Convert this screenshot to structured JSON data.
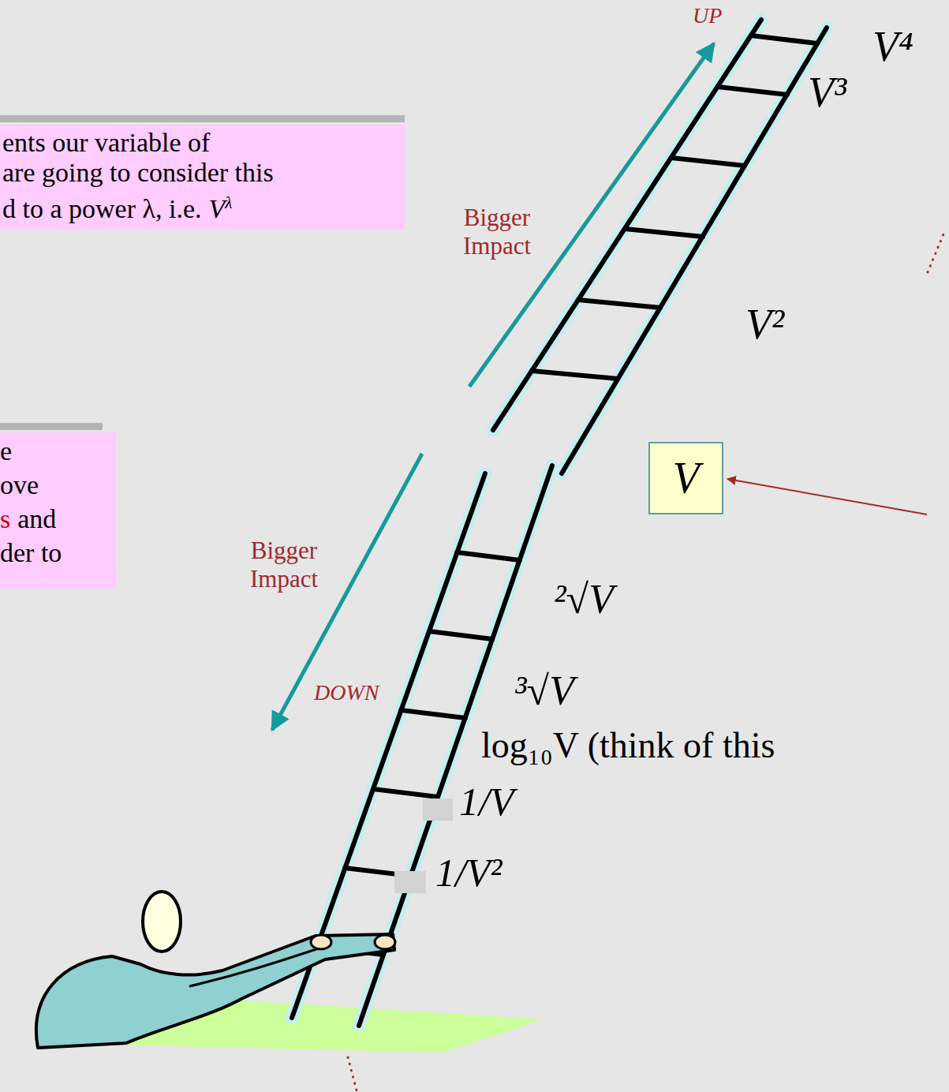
{
  "diagram": {
    "nodes": [
      {
        "text": [
          "ents our variable of",
          "are going to consider this",
          "d to a power λ, i.e.",
          "V",
          "λ"
        ]
      },
      {
        "text": [
          "e",
          "ove",
          "s",
          "and",
          "der to"
        ]
      },
      {
        "text": [
          "V"
        ]
      }
    ],
    "labels": [
      "UP",
      "Bigger Impact",
      "Bigger Impact",
      "DOWN",
      "V⁴",
      "V³",
      "V²",
      "²√V",
      "³√V",
      "log₁₀V (think of this",
      "1/V",
      "1/V²"
    ]
  }
}
